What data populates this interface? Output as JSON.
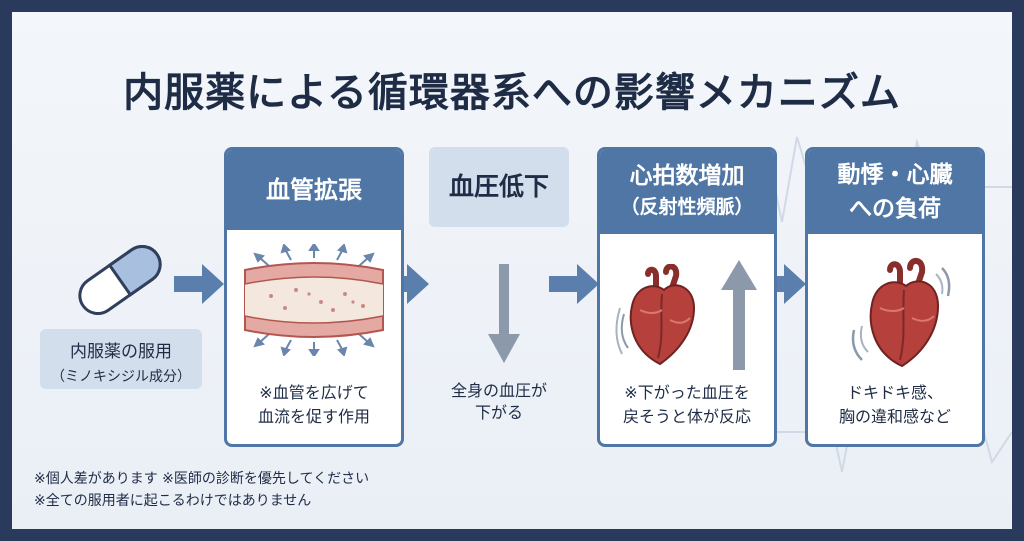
{
  "title": "内服薬による循環器系への影響メカニズム",
  "dose": {
    "line1": "内服薬の服用",
    "line2": "（ミノキシジル成分）"
  },
  "steps": {
    "s1": {
      "heading": "血管拡張",
      "caption1": "※血管を広げて",
      "caption2": "血流を促す作用"
    },
    "s2": {
      "heading": "血圧低下",
      "caption1": "全身の血圧が",
      "caption2": "下がる"
    },
    "s3": {
      "heading1": "心拍数増加",
      "heading2": "（反射性頻脈）",
      "caption1": "※下がった血圧を",
      "caption2": "戻そうと体が反応"
    },
    "s4": {
      "heading1": "動悸・心臓",
      "heading2": "への負荷",
      "caption1": "ドキドキ感、",
      "caption2": "胸の違和感など"
    }
  },
  "notes": {
    "line1": "※個人差があります ※医師の診断を優先してください",
    "line2": "※全ての服用者に起こるわけではありません"
  },
  "colors": {
    "frame": "#2a3a5c",
    "accent_blue": "#4f76a4",
    "light_blue": "#d2deec",
    "text_dark": "#1e2c46",
    "heart_red": "#b5403c",
    "arrow_gray": "#8c99aa"
  }
}
